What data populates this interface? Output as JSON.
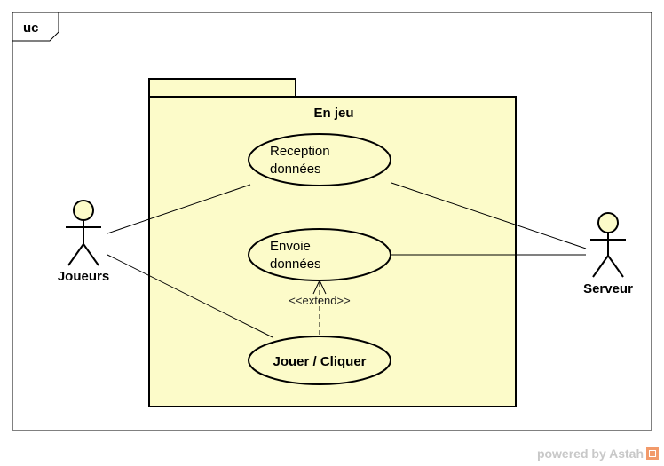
{
  "frame": {
    "tag": "uc"
  },
  "package": {
    "name": "En jeu"
  },
  "actors": {
    "joueurs": "Joueurs",
    "serveur": "Serveur"
  },
  "use_cases": {
    "reception": {
      "line1": "Reception",
      "line2": "données"
    },
    "envoie": {
      "line1": "Envoie",
      "line2": "données"
    },
    "jouer": {
      "line1": "Jouer / Cliquer"
    }
  },
  "relationships": {
    "extend_label": "<<extend>>"
  },
  "watermark": {
    "text": "powered by Astah"
  },
  "colors": {
    "package_fill": "#fcfbc9",
    "usecase_fill": "#fcfbc9",
    "actor_head_fill": "#fcfbc9",
    "stroke": "#000000"
  }
}
